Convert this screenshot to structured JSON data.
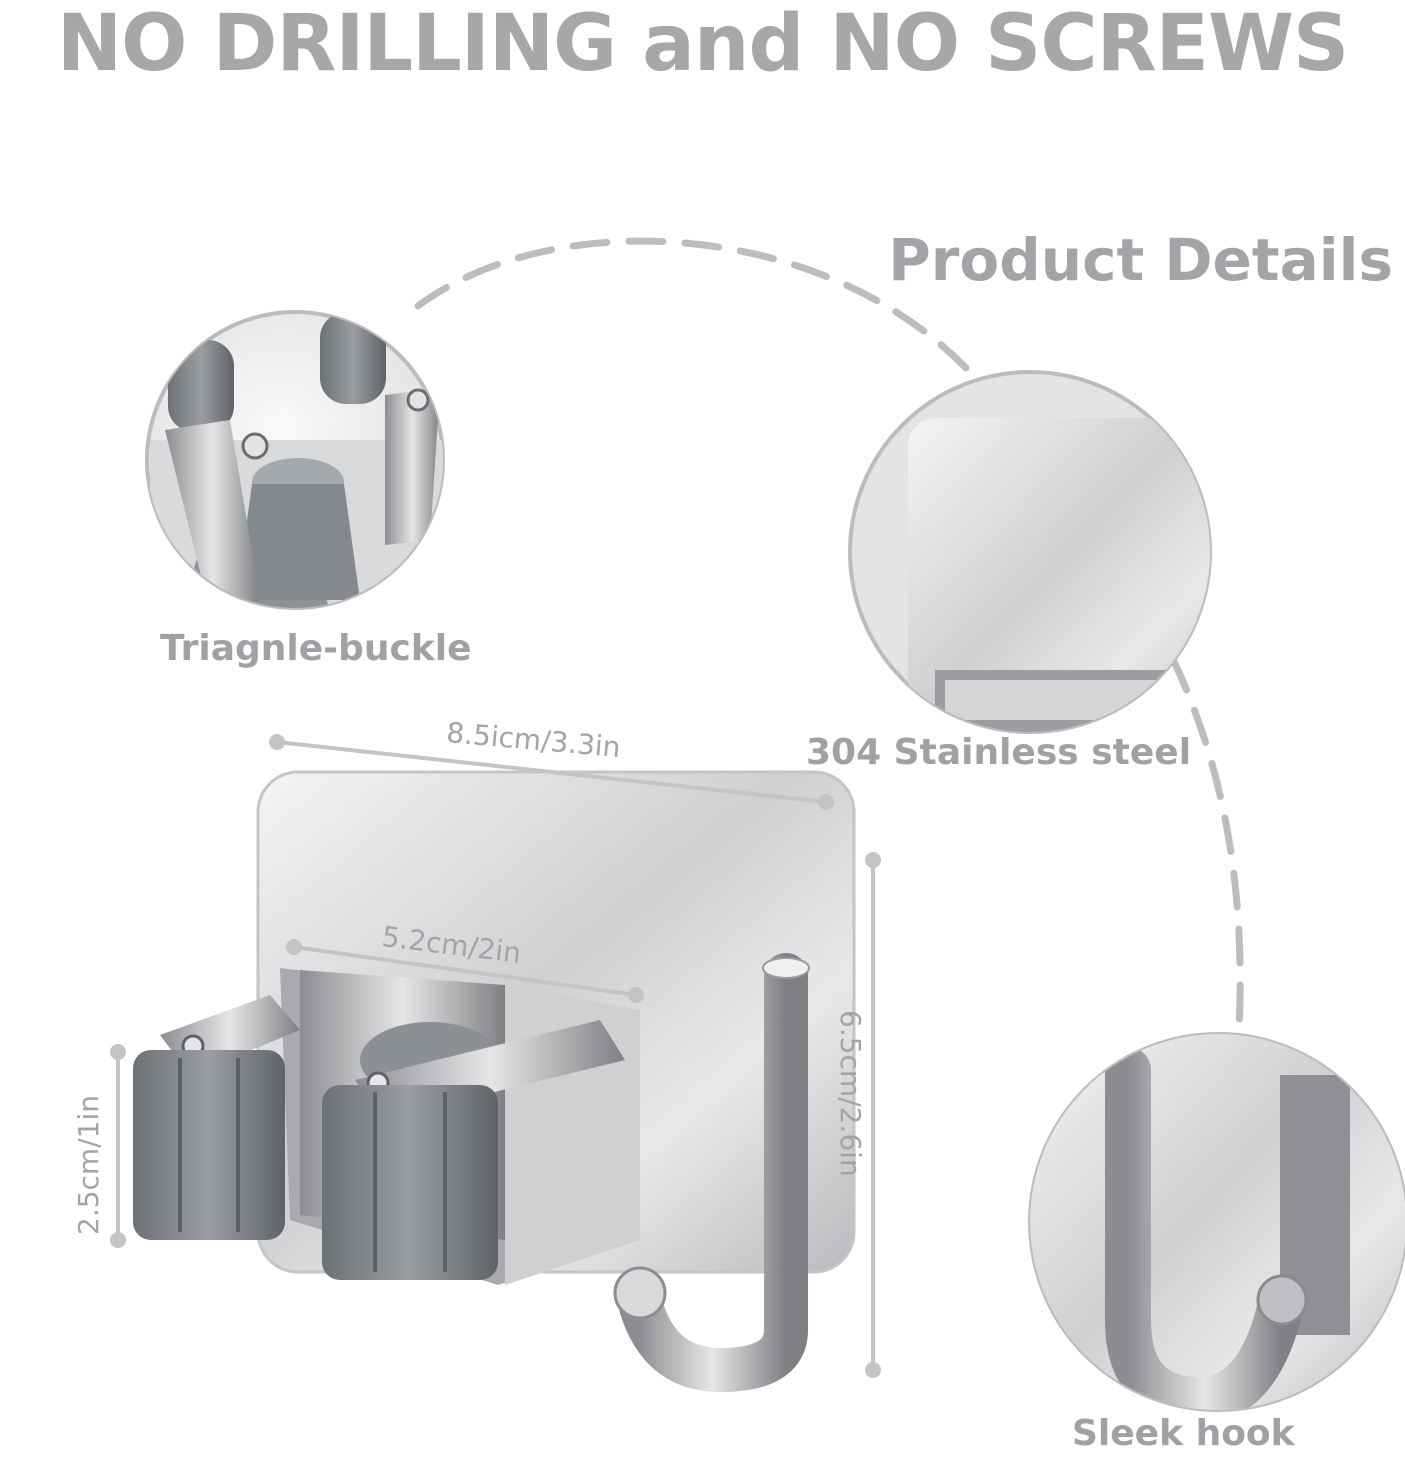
{
  "headline": "NO DRILLING and NO SCREWS",
  "section_title": "Product Details",
  "callouts": {
    "triangle_buckle": "Triagnle-buckle",
    "stainless_steel": "304 Stainless steel",
    "sleek_hook": "Sleek hook"
  },
  "dimensions": {
    "plate_width": "8.5icm/3.3in",
    "clip_width": "5.2cm/2in",
    "plate_height": "6.5cm/2.6in",
    "clip_height": "2.5cm/1in"
  },
  "colors": {
    "text_gray": "#a7a7aa",
    "steel": "#c9cacc",
    "rubber_gray": "#7a7d82"
  }
}
